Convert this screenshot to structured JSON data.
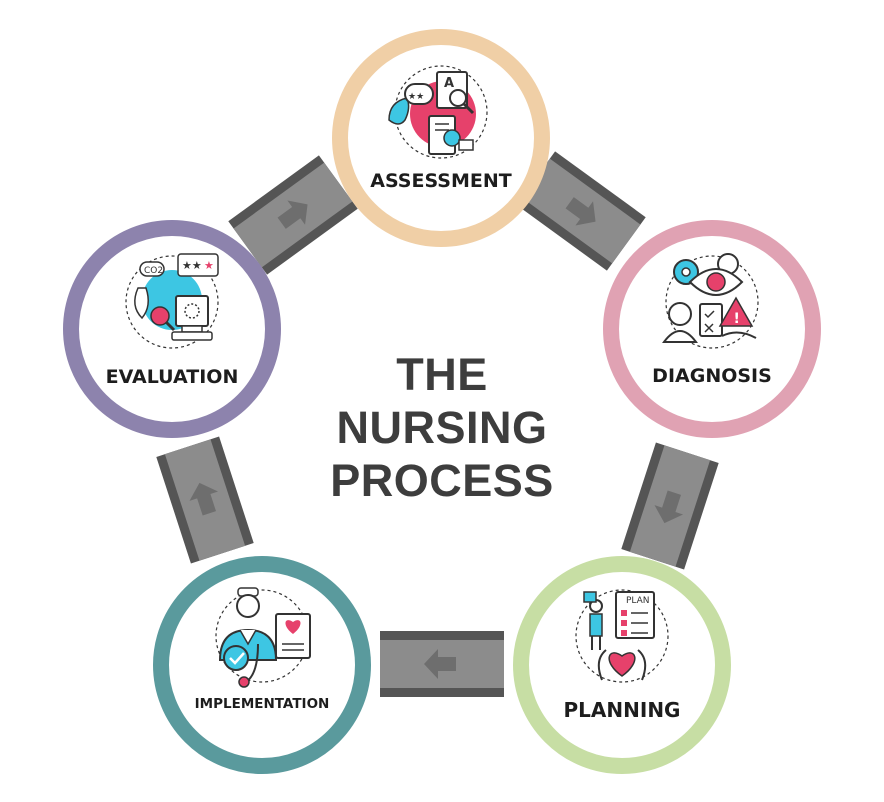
{
  "title": {
    "line1": "THE",
    "line2": "NURSING",
    "line3": "PROCESS"
  },
  "stages": [
    {
      "id": "assessment",
      "label": "ASSESSMENT",
      "ring_color": "#f0cfa6"
    },
    {
      "id": "diagnosis",
      "label": "DIAGNOSIS",
      "ring_color": "#e0a2b3"
    },
    {
      "id": "planning",
      "label": "PLANNING",
      "ring_color": "#c7dea4"
    },
    {
      "id": "implementation",
      "label": "IMPLEMENTATION",
      "ring_color": "#5a9a9d"
    },
    {
      "id": "evaluation",
      "label": "EVALUATION",
      "ring_color": "#8d83ad"
    }
  ],
  "icons": {
    "assessment": "assessment-clipboard-icon",
    "diagnosis": "diagnosis-gears-icon",
    "planning": "care-plan-icon",
    "implementation": "nurse-caregiver-icon",
    "evaluation": "evaluation-monitor-icon"
  },
  "plan_tag": "PLAN",
  "co2_tag": "CO2",
  "colors": {
    "connector": "#8c8c8c",
    "connector_edge": "#555555",
    "arrow": "#6e6e6e",
    "accent_pink": "#e6416b",
    "accent_blue": "#3dc6e3",
    "title": "#3d3d3d"
  }
}
